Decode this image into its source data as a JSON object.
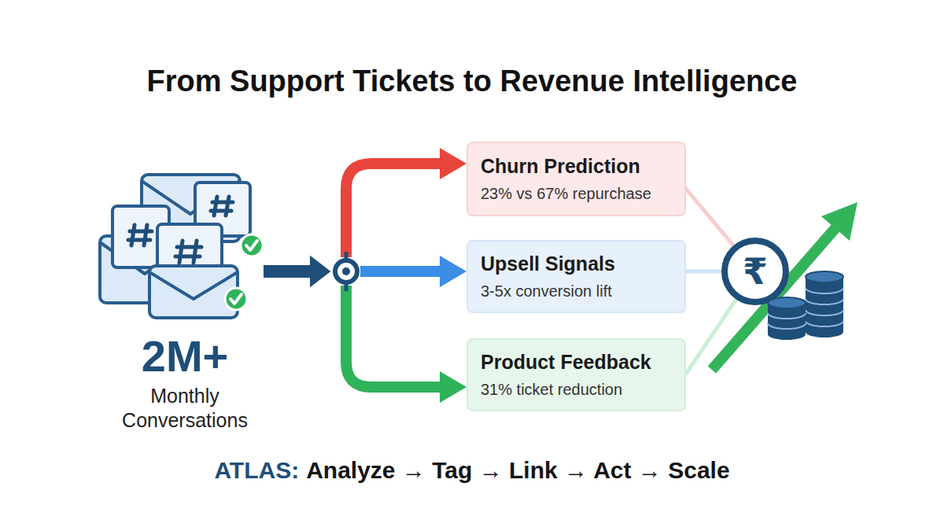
{
  "diagram": {
    "title": "From Support Tickets to Revenue Intelligence",
    "nodes": [
      {
        "text": [
          "2M+",
          "Monthly Conversations"
        ]
      },
      {
        "text": [
          "Churn Prediction",
          "23% vs 67% repurchase"
        ]
      },
      {
        "text": [
          "Upsell Signals",
          "3-5x conversion lift"
        ]
      },
      {
        "text": [
          "Product Feedback",
          "31% ticket reduction"
        ]
      },
      {
        "text": [
          "₹"
        ]
      }
    ],
    "edges": [
      {
        "from": 0,
        "to": 1,
        "arrow": "to"
      },
      {
        "from": 0,
        "to": 2,
        "arrow": "to"
      },
      {
        "from": 0,
        "to": 3,
        "arrow": "to"
      },
      {
        "from": 1,
        "to": 4,
        "arrow": "none"
      },
      {
        "from": 2,
        "to": 4,
        "arrow": "none"
      },
      {
        "from": 3,
        "to": 4,
        "arrow": "none"
      }
    ],
    "labels": [
      "ATLAS:",
      "Analyze → Tag → Link → Act → Scale"
    ]
  }
}
